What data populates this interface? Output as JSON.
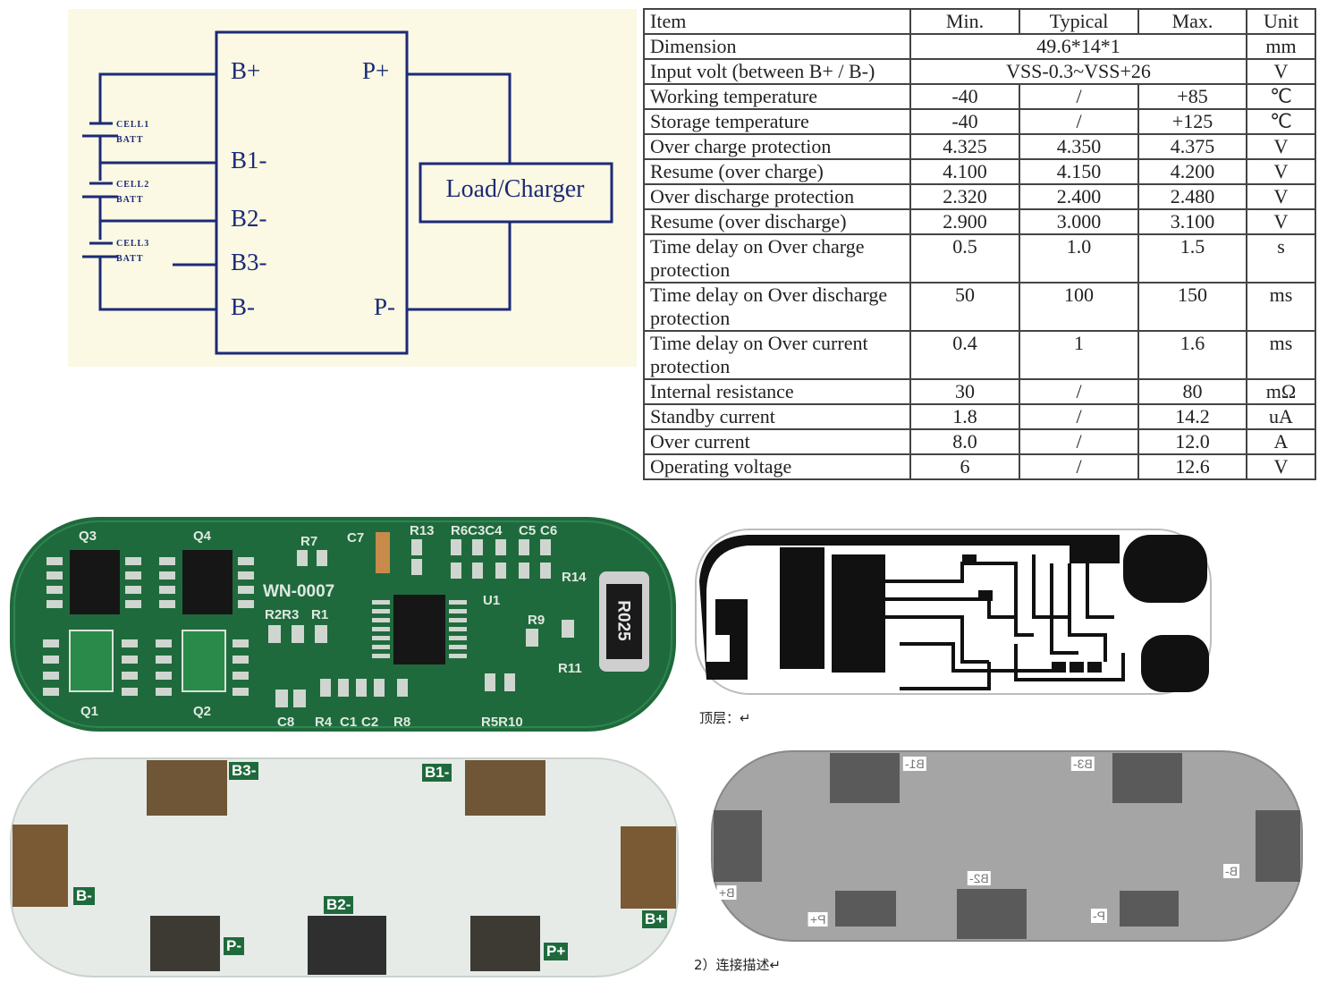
{
  "schematic": {
    "pins_left": [
      "B+",
      "B1-",
      "B2-",
      "B3-",
      "B-"
    ],
    "pins_right": [
      "P+",
      "P-"
    ],
    "load_label": "Load/Charger",
    "cells": [
      {
        "top": "CELL1",
        "bottom": "BATT"
      },
      {
        "top": "CELL2",
        "bottom": "BATT"
      },
      {
        "top": "CELL3",
        "bottom": "BATT"
      }
    ],
    "line_color": "#1c2a78"
  },
  "spec_table": {
    "headers": [
      "Item",
      "Min.",
      "Typical",
      "Max.",
      "Unit"
    ],
    "rows": [
      {
        "item": "Dimension",
        "merged": "49.6*14*1",
        "unit": "mm"
      },
      {
        "item": "Input volt (between B+ / B-)",
        "merged": "VSS-0.3~VSS+26",
        "unit": "V"
      },
      {
        "item": "Working temperature",
        "min": "-40",
        "typ": "/",
        "max": "+85",
        "unit": "℃"
      },
      {
        "item": "Storage temperature",
        "min": "-40",
        "typ": "/",
        "max": "+125",
        "unit": "℃"
      },
      {
        "item": "Over charge protection",
        "min": "4.325",
        "typ": "4.350",
        "max": "4.375",
        "unit": "V"
      },
      {
        "item": "Resume (over charge)",
        "min": "4.100",
        "typ": "4.150",
        "max": "4.200",
        "unit": "V"
      },
      {
        "item": "Over discharge protection",
        "min": "2.320",
        "typ": "2.400",
        "max": "2.480",
        "unit": "V"
      },
      {
        "item": "Resume (over discharge)",
        "min": "2.900",
        "typ": "3.000",
        "max": "3.100",
        "unit": "V"
      },
      {
        "item": "Time delay on Over charge protection",
        "min": "0.5",
        "typ": "1.0",
        "max": "1.5",
        "unit": "s"
      },
      {
        "item": "Time delay on Over discharge protection",
        "min": "50",
        "typ": "100",
        "max": "150",
        "unit": "ms"
      },
      {
        "item": "Time delay on Over current protection",
        "min": "0.4",
        "typ": "1",
        "max": "1.6",
        "unit": "ms"
      },
      {
        "item": "Internal resistance",
        "min": "30",
        "typ": "/",
        "max": "80",
        "unit": "mΩ"
      },
      {
        "item": "Standby current",
        "min": "1.8",
        "typ": "/",
        "max": "14.2",
        "unit": "uA"
      },
      {
        "item": "Over current",
        "min": "8.0",
        "typ": "/",
        "max": "12.0",
        "unit": "A"
      },
      {
        "item": "Operating voltage",
        "min": "6",
        "typ": "/",
        "max": "12.6",
        "unit": "V"
      }
    ]
  },
  "pcb_top_photo": {
    "board_text": "WN-0007",
    "resistor_text": "R025",
    "labels": [
      "Q3",
      "Q4",
      "R7",
      "C7",
      "R13",
      "R6C3C4",
      "C5",
      "C6",
      "R14",
      "U1",
      "R2R3",
      "R1",
      "R9",
      "R11",
      "Q1",
      "Q2",
      "C8",
      "R4",
      "C1",
      "C2",
      "R8",
      "R5R10"
    ],
    "color": "#1f6a3c"
  },
  "pcb_bottom_photo": {
    "pad_labels": [
      "B3-",
      "B1-",
      "B-",
      "B2-",
      "P-",
      "P+",
      "B+"
    ]
  },
  "layout_top": {
    "caption": "顶层：↵"
  },
  "layout_bottom": {
    "pad_labels": [
      "B1-",
      "B3-",
      "B+",
      "B2-",
      "B-",
      "P+",
      "P-"
    ],
    "caption": "2）连接描述↵"
  }
}
